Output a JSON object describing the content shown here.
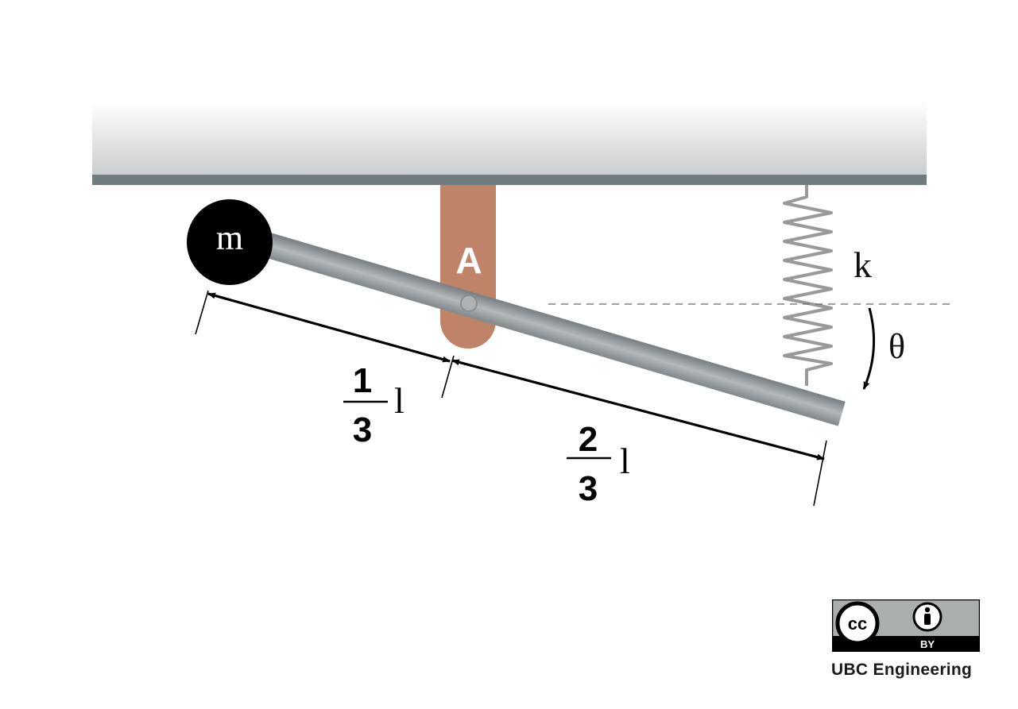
{
  "labels": {
    "mass": "m",
    "pivot": "A",
    "spring": "k",
    "angle": "θ",
    "left_fraction_num": "1",
    "left_fraction_den": "3",
    "left_length": "l",
    "right_fraction_num": "2",
    "right_fraction_den": "3",
    "right_length": "l"
  },
  "license": {
    "cc_text": "cc",
    "by_text": "BY",
    "credit": "UBC Engineering"
  },
  "colors": {
    "ceiling_edge": "#6f7b7e",
    "pivot_bracket": "#bf8468",
    "bar": "#9ea3a6",
    "mass": "#000000",
    "spring": "#9a9a9a"
  }
}
